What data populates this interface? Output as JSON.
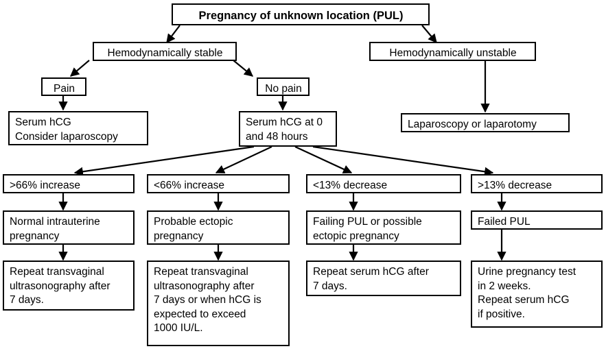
{
  "diagram": {
    "title": "Pregnancy of unknown location (PUL) management algorithm",
    "background_color": "#ffffff",
    "line_color": "#000000",
    "text_color": "#000000",
    "nodes": {
      "root": {
        "label": "Pregnancy of unknown location (PUL)"
      },
      "stable": {
        "label": "Hemodynamically stable"
      },
      "unstable": {
        "label": "Hemodynamically unstable"
      },
      "pain": {
        "label": "Pain"
      },
      "no_pain": {
        "label": "No pain"
      },
      "serum_consider": {
        "label": "Serum hCG\nConsider laparoscopy"
      },
      "serum_0_48": {
        "label": "Serum hCG at 0\nand 48 hours"
      },
      "laparoscopy": {
        "label": "Laparoscopy or laparotomy"
      },
      "inc_66_plus": {
        "label": ">66% increase"
      },
      "inc_66_minus": {
        "label": "<66% increase"
      },
      "dec_13_minus": {
        "label": "<13% decrease"
      },
      "dec_13_plus": {
        "label": ">13% decrease"
      },
      "normal_iup": {
        "label": "Normal intrauterine\npregnancy"
      },
      "probable_ectopic": {
        "label": "Probable ectopic\npregnancy"
      },
      "failing_pul": {
        "label": "Failing PUL or possible\nectopic pregnancy"
      },
      "failed_pul": {
        "label": "Failed PUL"
      },
      "repeat_tvs_7": {
        "label": "Repeat transvaginal\nultrasonography after\n7 days."
      },
      "repeat_tvs_hcg": {
        "label": "Repeat transvaginal\nultrasonography after\n7 days or when hCG is\nexpected to exceed\n1000 IU/L."
      },
      "repeat_serum_7": {
        "label": "Repeat serum hCG after\n7 days."
      },
      "urine_test": {
        "label": "Urine pregnancy test\nin 2 weeks.\nRepeat serum hCG\nif positive."
      }
    }
  }
}
